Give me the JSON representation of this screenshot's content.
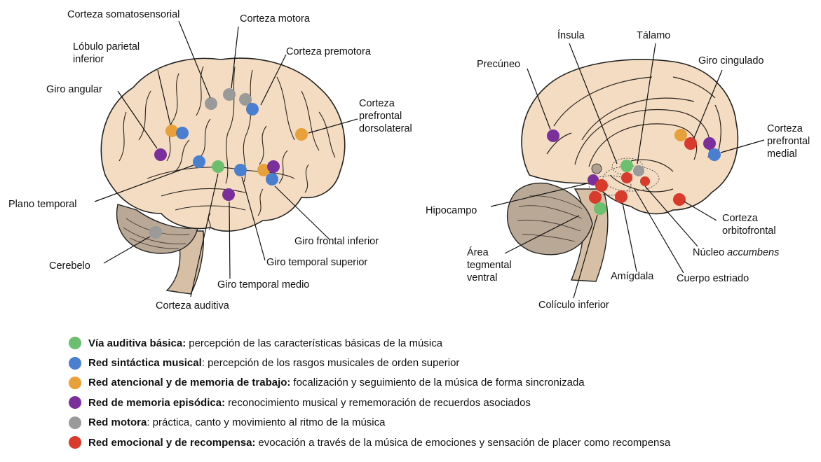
{
  "colors": {
    "green": "#6bbf6e",
    "blue": "#4a7fd0",
    "orange": "#e8a13a",
    "purple": "#7a2f9a",
    "gray": "#9a9a9a",
    "red": "#d83a2c",
    "brain_fill": "#f3dcc2",
    "cerebellum": "#b9a895",
    "stem": "#d6bfa4"
  },
  "left_brain": {
    "labels": {
      "somatosensory": "Corteza somatosensorial",
      "motor": "Corteza motora",
      "parietal": "Lóbulo parietal\ninferior",
      "premotor": "Corteza premotora",
      "angular": "Giro angular",
      "dlpfc": "Corteza\nprefrontal\ndorsolateral",
      "planum": "Plano temporal",
      "ifg": "Giro frontal inferior",
      "cerebellum": "Cerebelo",
      "stg": "Giro temporal superior",
      "mtg": "Giro temporal medio",
      "auditory": "Corteza auditiva"
    }
  },
  "right_brain": {
    "labels": {
      "insula": "Ínsula",
      "thalamus": "Tálamo",
      "precuneus": "Precúneo",
      "cingulate": "Giro cingulado",
      "mpfc": "Corteza\nprefrontal\nmedial",
      "hippocampus": "Hipocampo",
      "ofc": "Corteza\norbitofrontal",
      "nacc_prefix": "Núcleo",
      "nacc_italic": "accumbens",
      "vta": "Área\ntegmental\nventral",
      "amygdala": "Amígdala",
      "striatum": "Cuerpo estriado",
      "colliculus": "Colículo inferior"
    }
  },
  "legend": [
    {
      "color": "#6bbf6e",
      "title": "Vía auditiva básica:",
      "desc": "percepción de las características básicas de la música"
    },
    {
      "color": "#4a7fd0",
      "title": "Red sintáctica musical",
      "desc": ": percepción de los rasgos musicales de orden superior"
    },
    {
      "color": "#e8a13a",
      "title": "Red atencional y de memoria de trabajo:",
      "desc": "focalización y seguimiento de la música de forma sincronizada"
    },
    {
      "color": "#7a2f9a",
      "title": "Red de memoria episódica:",
      "desc": "reconocimiento musical y rememoración de recuerdos asociados"
    },
    {
      "color": "#9a9a9a",
      "title": "Red motora",
      "desc": ": práctica, canto y movimiento al ritmo de la música"
    },
    {
      "color": "#d83a2c",
      "title": "Red emocional y de recompensa:",
      "desc": "evocación a través de la música de emociones y sensación de placer como recompensa"
    }
  ]
}
